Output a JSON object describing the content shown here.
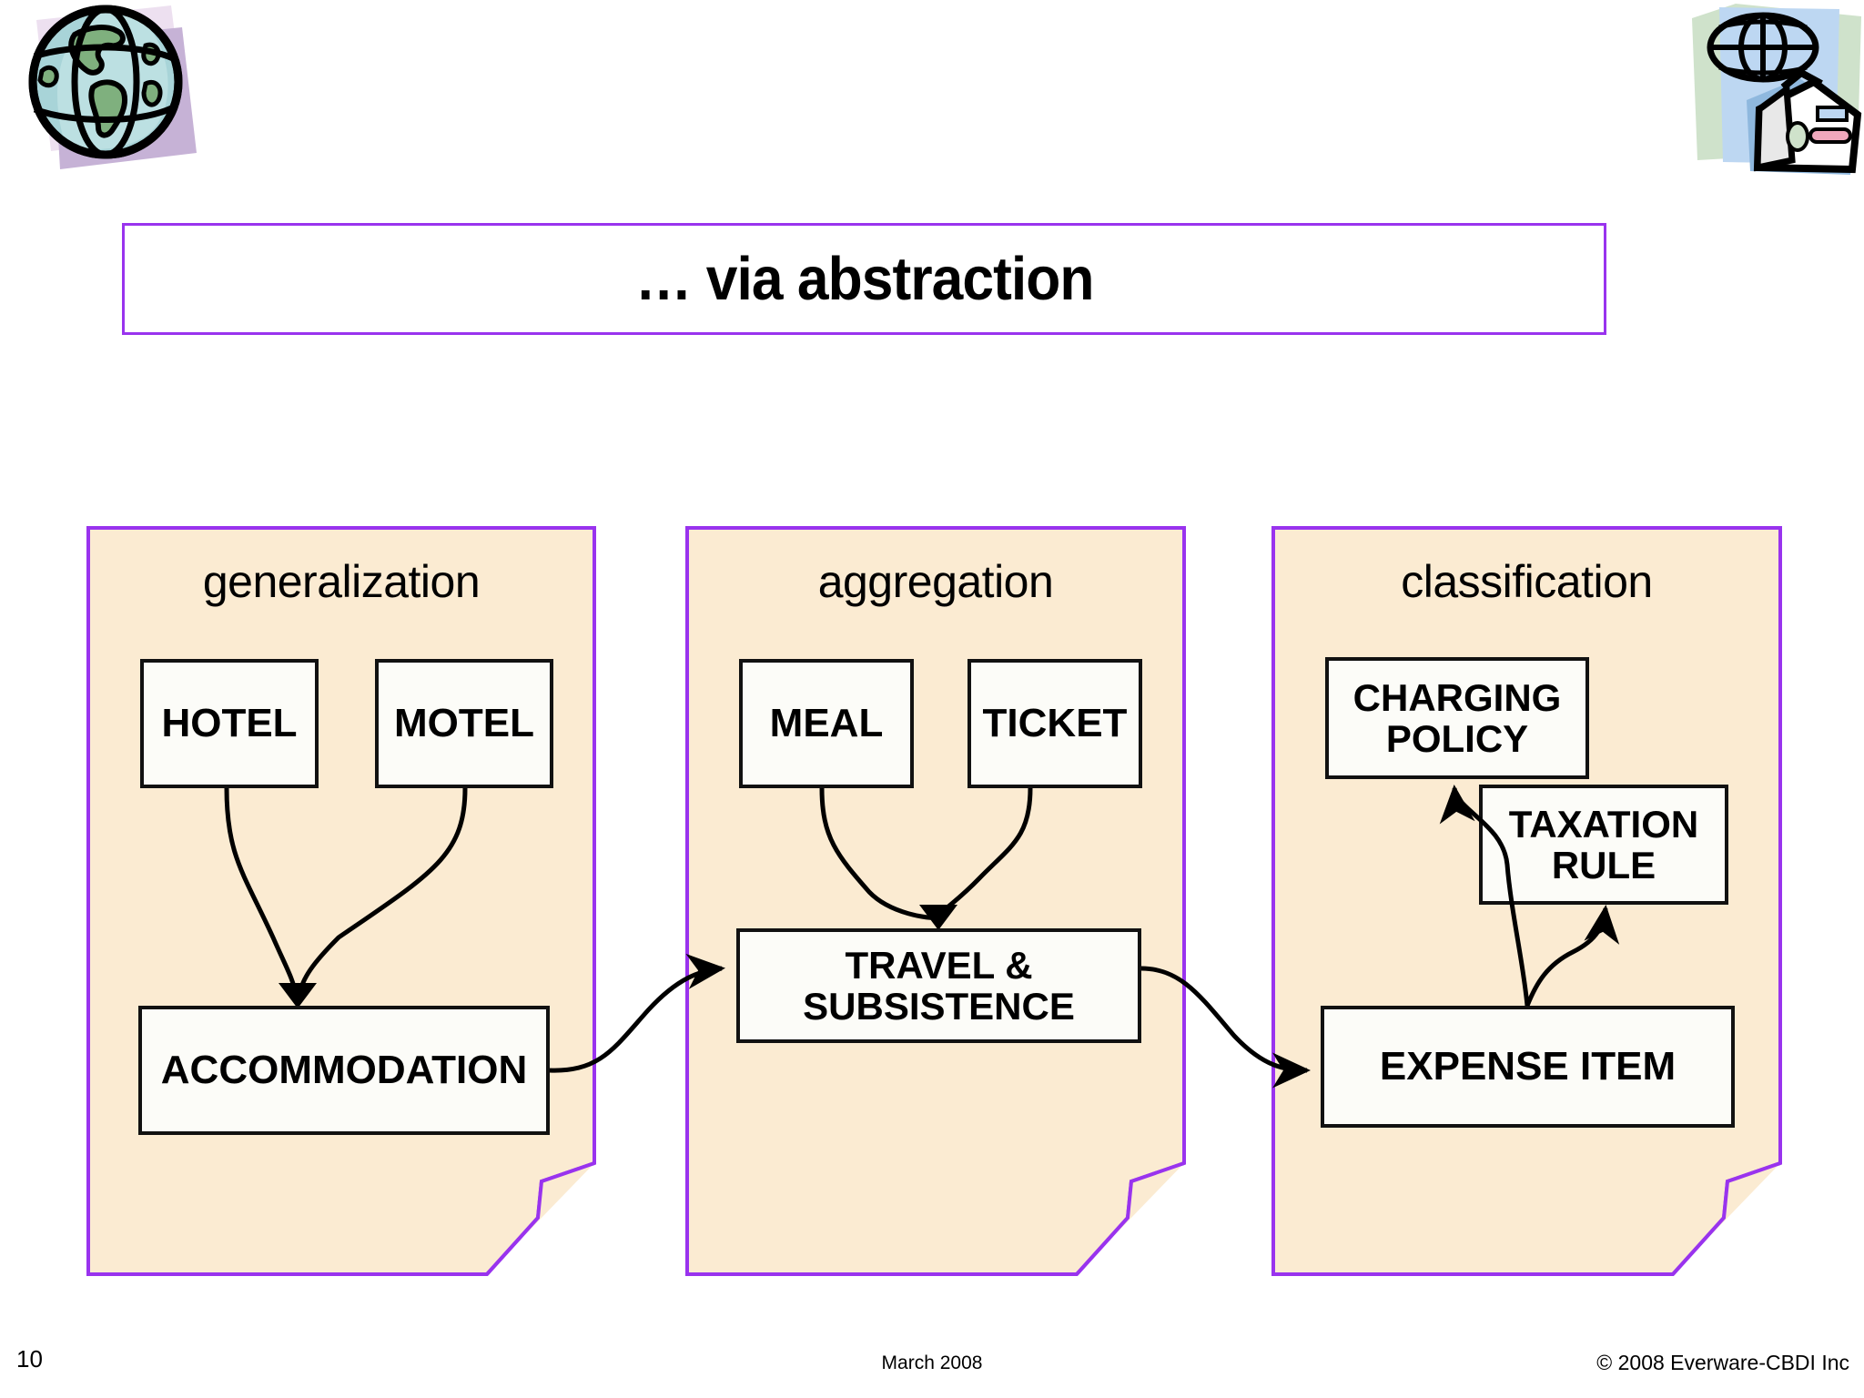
{
  "slide": {
    "title": "… via abstraction",
    "accent_color": "#9933EE",
    "panel_background": "#FBEBD2",
    "box_fill": "#FCFCF8",
    "box_border": "#111111"
  },
  "clipart": {
    "left": "globe-clipart",
    "right": "globe-and-briefcase-clipart"
  },
  "panels": [
    {
      "id": "generalization",
      "heading": "generalization",
      "boxes": [
        {
          "name": "hotel",
          "label": "HOTEL"
        },
        {
          "name": "motel",
          "label": "MOTEL"
        },
        {
          "name": "accommodation",
          "label": "ACCOMMODATION"
        }
      ]
    },
    {
      "id": "aggregation",
      "heading": "aggregation",
      "boxes": [
        {
          "name": "meal",
          "label": "MEAL"
        },
        {
          "name": "ticket",
          "label": "TICKET"
        },
        {
          "name": "travel-subsistence",
          "label": "TRAVEL &\nSUBSISTENCE"
        }
      ]
    },
    {
      "id": "classification",
      "heading": "classification",
      "boxes": [
        {
          "name": "charging-policy",
          "label": "CHARGING\nPOLICY"
        },
        {
          "name": "taxation-rule",
          "label": "TAXATION\nRULE"
        },
        {
          "name": "expense-item",
          "label": "EXPENSE ITEM"
        }
      ]
    }
  ],
  "connections": [
    {
      "from": "HOTEL",
      "to": "ACCOMMODATION"
    },
    {
      "from": "MOTEL",
      "to": "ACCOMMODATION"
    },
    {
      "from": "MEAL",
      "to": "TRAVEL & SUBSISTENCE"
    },
    {
      "from": "TICKET",
      "to": "TRAVEL & SUBSISTENCE"
    },
    {
      "from": "ACCOMMODATION",
      "to": "TRAVEL & SUBSISTENCE"
    },
    {
      "from": "TRAVEL & SUBSISTENCE",
      "to": "EXPENSE ITEM"
    },
    {
      "from": "EXPENSE ITEM",
      "to": "CHARGING POLICY"
    },
    {
      "from": "EXPENSE ITEM",
      "to": "TAXATION RULE"
    }
  ],
  "footer": {
    "slide_number": "10",
    "date": "March 2008",
    "copyright": "© 2008 Everware-CBDI Inc"
  }
}
